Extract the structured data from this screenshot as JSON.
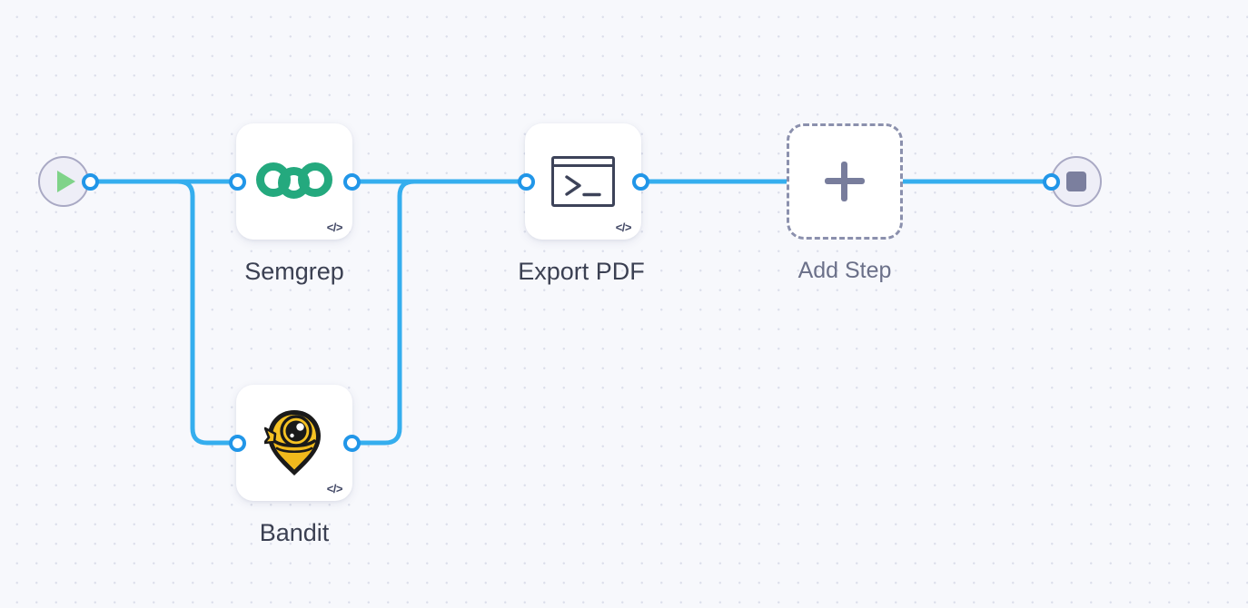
{
  "canvas": {
    "label": "workflow-canvas",
    "background_color": "#f7f8fc",
    "grid_dot_color": "#dcdfeb",
    "edge_color": "#35aeee",
    "port_color": "#2196e8"
  },
  "nodes": {
    "start": {
      "name": "start-node",
      "icon": "play-icon",
      "label": "",
      "accent_color": "#7fd389"
    },
    "semgrep": {
      "name": "semgrep-node",
      "label": "Semgrep",
      "icon": "semgrep-logo-icon",
      "badge": "</>",
      "accent_color": "#24a97e"
    },
    "bandit": {
      "name": "bandit-node",
      "label": "Bandit",
      "icon": "bandit-logo-icon",
      "badge": "</>",
      "accent_color": "#f5c028"
    },
    "export_pdf": {
      "name": "export-pdf-node",
      "label": "Export PDF",
      "icon": "terminal-icon",
      "badge": "</>",
      "accent_color": "#3d4359"
    },
    "add_step": {
      "name": "add-step-node",
      "label": "Add Step",
      "icon": "plus-icon",
      "accent_color": "#8b90ad"
    },
    "end": {
      "name": "end-node",
      "icon": "stop-icon",
      "label": "",
      "accent_color": "#7b7f9e"
    }
  },
  "edges": [
    {
      "name": "edge-start-to-semgrep",
      "from": "start",
      "to": "semgrep"
    },
    {
      "name": "edge-start-to-bandit",
      "from": "start",
      "to": "bandit"
    },
    {
      "name": "edge-semgrep-to-export-pdf",
      "from": "semgrep",
      "to": "export_pdf"
    },
    {
      "name": "edge-bandit-to-export-pdf",
      "from": "bandit",
      "to": "export_pdf"
    },
    {
      "name": "edge-export-pdf-to-add-step",
      "from": "export_pdf",
      "to": "add_step"
    },
    {
      "name": "edge-add-step-to-end",
      "from": "add_step",
      "to": "end"
    }
  ]
}
